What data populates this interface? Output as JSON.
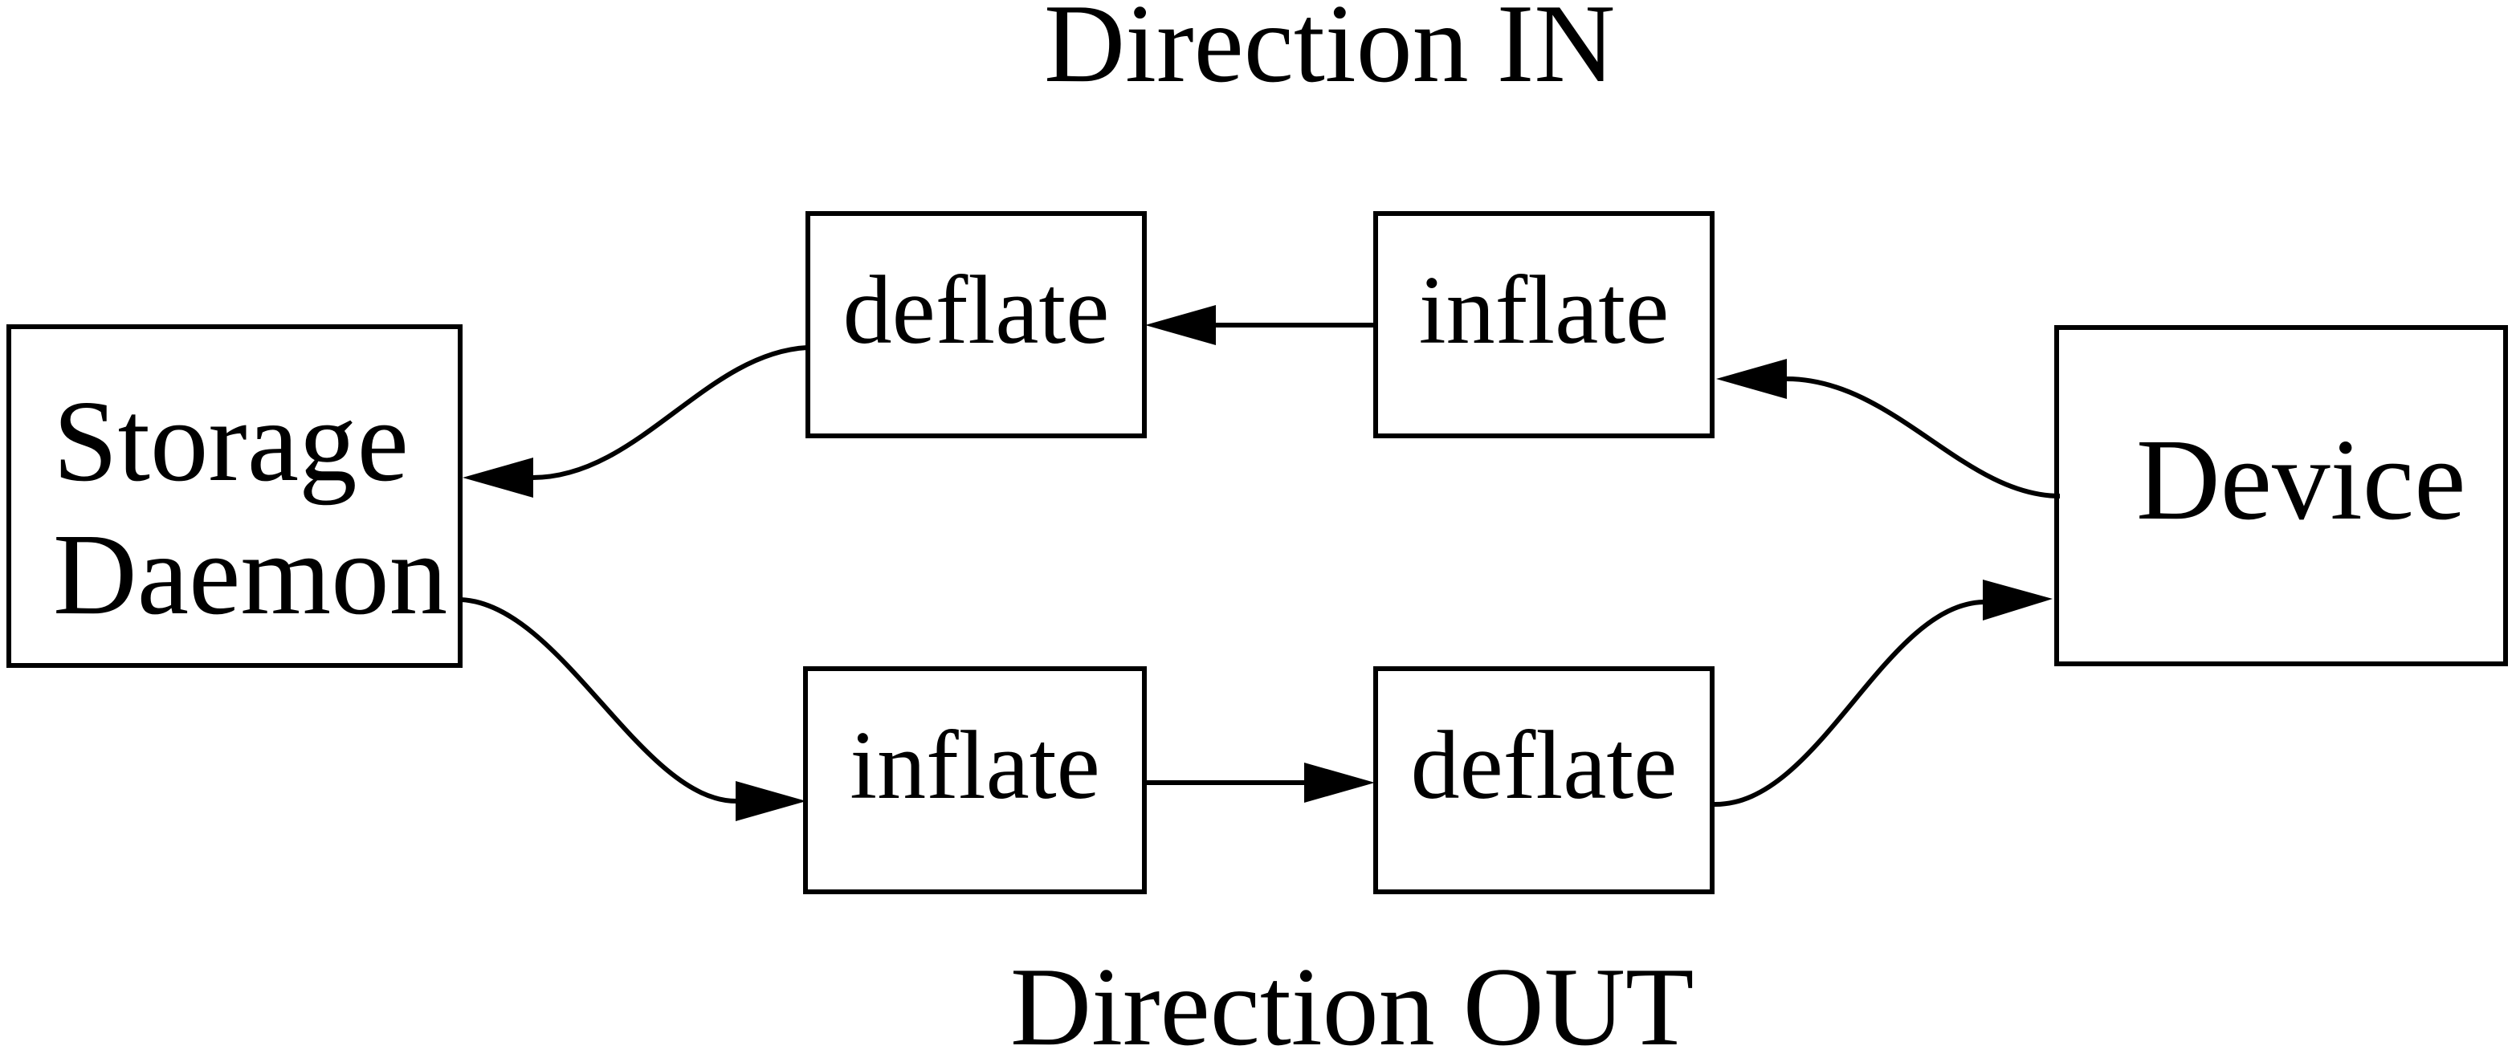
{
  "diagram": {
    "type": "flow-diagram",
    "background_color": "#ffffff",
    "stroke_color": "#000000",
    "titles": {
      "in": "Direction IN",
      "out": "Direction OUT"
    },
    "nodes": {
      "storage_daemon": {
        "lines": [
          "Storage",
          "Daemon"
        ]
      },
      "deflate_in": {
        "label": "deflate"
      },
      "inflate_in": {
        "label": "inflate"
      },
      "inflate_out": {
        "label": "inflate"
      },
      "deflate_out": {
        "label": "deflate"
      },
      "device": {
        "label": "Device"
      }
    },
    "edges": [
      {
        "from": "device",
        "to": "inflate_in",
        "flow": "Direction IN",
        "style": "curved",
        "arrowhead_at": "inflate_in"
      },
      {
        "from": "inflate_in",
        "to": "deflate_in",
        "flow": "Direction IN",
        "style": "straight",
        "arrowhead_at": "deflate_in"
      },
      {
        "from": "deflate_in",
        "to": "storage_daemon",
        "flow": "Direction IN",
        "style": "curved",
        "arrowhead_at": "storage_daemon"
      },
      {
        "from": "storage_daemon",
        "to": "inflate_out",
        "flow": "Direction OUT",
        "style": "curved",
        "arrowhead_at": "inflate_out"
      },
      {
        "from": "inflate_out",
        "to": "deflate_out",
        "flow": "Direction OUT",
        "style": "straight",
        "arrowhead_at": "deflate_out"
      },
      {
        "from": "deflate_out",
        "to": "device",
        "flow": "Direction OUT",
        "style": "curved",
        "arrowhead_at": "device"
      }
    ]
  }
}
